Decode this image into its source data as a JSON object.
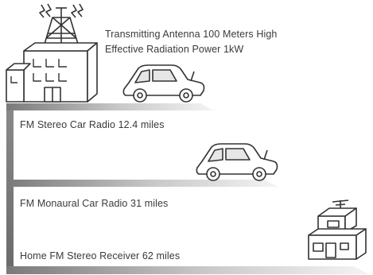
{
  "antenna": {
    "line1": "Transmitting Antenna 100 Meters High",
    "line2": "Effective Radiation Power 1kW"
  },
  "tiers": [
    {
      "label": "FM Stereo Car Radio 12.4 miles"
    },
    {
      "label": "FM Monaural Car Radio 31 miles"
    },
    {
      "label": "Home FM Stereo Receiver 62 miles"
    }
  ],
  "icons": {
    "transmitter": "radio-tower-building-icon",
    "car1": "car-icon",
    "car2": "car-icon",
    "house": "house-with-antenna-icon"
  },
  "colors": {
    "bar_dark": "#777777",
    "bar_light": "#f2f2f2",
    "line": "#333333"
  }
}
